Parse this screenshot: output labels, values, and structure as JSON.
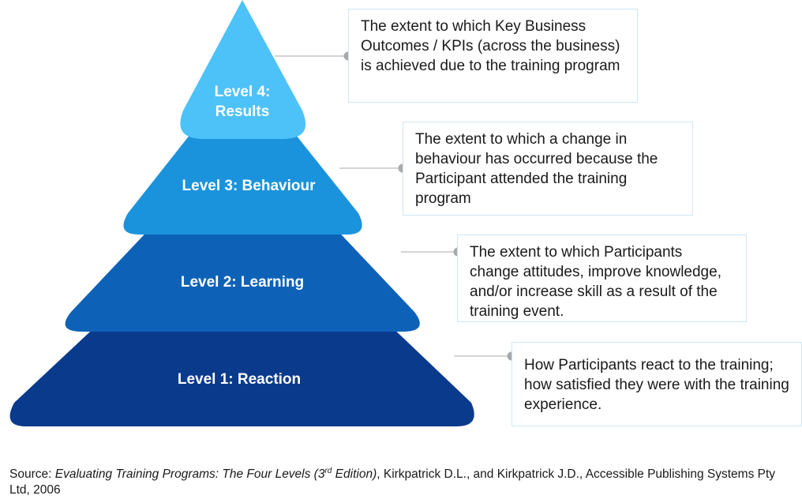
{
  "colors": {
    "level4": "#4dc2f8",
    "level3": "#1b93dc",
    "level2": "#0d62b8",
    "level1": "#0a3a8c",
    "box_border": "#cfe6f5",
    "connector": "#a9a9a9"
  },
  "levels": [
    {
      "label": "Level 4:\nResults",
      "description": "The extent to which Key Business Outcomes / KPIs (across the business) is achieved due to the training program"
    },
    {
      "label": "Level 3: Behaviour",
      "description": "The extent to which a change in behaviour has occurred because the Participant attended the training program"
    },
    {
      "label": "Level 2: Learning",
      "description": "The extent to which Participants change attitudes, improve knowledge, and/or increase skill as a result of the training event."
    },
    {
      "label": "Level 1: Reaction",
      "description": "How Participants react to the training; how satisfied they were with the training experience."
    }
  ],
  "source": {
    "prefix": "Source: ",
    "title_main": "Evaluating Training Programs: The Four Levels (3",
    "title_sup": "rd",
    "title_end": " Edition)",
    "suffix": ", Kirkpatrick D.L., and Kirkpatrick J.D., Accessible Publishing Systems Pty Ltd, 2006"
  }
}
